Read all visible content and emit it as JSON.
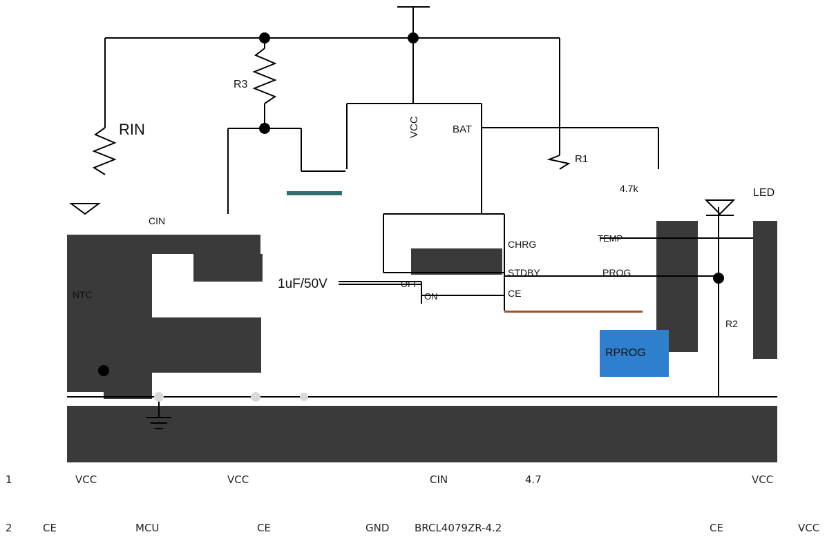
{
  "schematic": {
    "resistors": {
      "rin": "RIN",
      "r3": "R3",
      "r1": "R1",
      "r2": "R2",
      "rprog": "RPROG"
    },
    "ic_pins": {
      "vcc": "VCC",
      "bat": "BAT",
      "chrg": "CHRG",
      "stdby": "STDBY",
      "prog": "PROG",
      "ce": "CE",
      "temp": "TEMP"
    },
    "capacitor_value": "1uF/50V",
    "switch": {
      "off": "OFF",
      "on": "ON"
    },
    "thermistor": "NTC",
    "misc": {
      "cin": "CIN",
      "led": "LED",
      "value_47": "4.7k"
    }
  },
  "notes": {
    "row1": {
      "num": "1",
      "items": [
        "VCC",
        "VCC",
        "CIN",
        "4.7",
        "VCC"
      ]
    },
    "row2": {
      "num": "2",
      "items": [
        "CE",
        "MCU",
        "CE",
        "GND",
        "BRCL4079ZR-4.2",
        "CE",
        "VCC"
      ]
    }
  },
  "colors": {
    "dark_block": "#3a3a3a",
    "blue_highlight": "#2f7fcf",
    "teal": "#2f6f6f",
    "rust": "#a0522d"
  }
}
